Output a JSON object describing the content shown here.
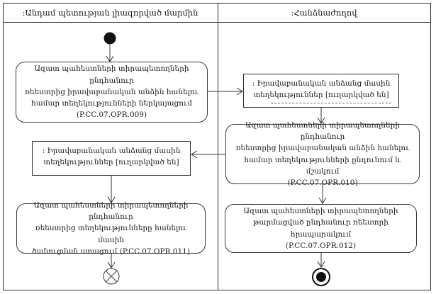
{
  "diagram": {
    "type": "uml-activity-swimlane",
    "colors": {
      "stroke": "#2f2f2f",
      "background": "#ffffff",
      "text": "#1a1a1a"
    },
    "lanes": {
      "left": {
        "label": ":Անդամ պետության լիազորված մարմին"
      },
      "right": {
        "label": ":Հանձնաժողով"
      }
    },
    "nodes": {
      "action_009": {
        "type": "action",
        "code": "P.CC.07.OPR.009",
        "label": "Ազատ պահեստների տիրապետողների ընդհանուր\nռեեստրից իրավաբանական անձին հանելու\nհամար տեղեկությունների ներկայացում\n(P.CC.07.OPR.009)"
      },
      "object_sent_to_commission": {
        "type": "object",
        "label": ": Իրավաբանական անձանց մասին\nտեղեկություններ [ուղարկված են]"
      },
      "action_010": {
        "type": "action",
        "code": "P.CC.07.OPR.010",
        "label": "Ազատ պահեստների տիրապետողների ընդհանուր\nռեեստրից իրավաբանական անձին հանելու\nհամար տեղեկությունների ընդունում և մշակում\n(P.CC.07.OPR.010)"
      },
      "object_sent_to_authority": {
        "type": "object",
        "label": ": Իրավաբանական անձանց մասին\nտեղեկություններ [ուղարկված են]"
      },
      "action_011": {
        "type": "action",
        "code": "P.CC.07.OPR.011",
        "label": "Ազատ պահեստների տիրապետողների ընդհանուր\nռեեստրից տեղեկությունները հանելու մասին\nծանուցման ստացում (P.CC.07.OPR.011)"
      },
      "action_012": {
        "type": "action",
        "code": "P.CC.07.OPR.012",
        "label": "Ազատ պահեստների տիրապետողների\nթարմացված ընդհանուր ռեեստրի հրապարակում\n(P.CC.07.OPR.012)"
      },
      "initial": {
        "type": "initial-node"
      },
      "flow_final": {
        "type": "flow-final-node"
      },
      "activity_final": {
        "type": "activity-final-node"
      }
    }
  }
}
